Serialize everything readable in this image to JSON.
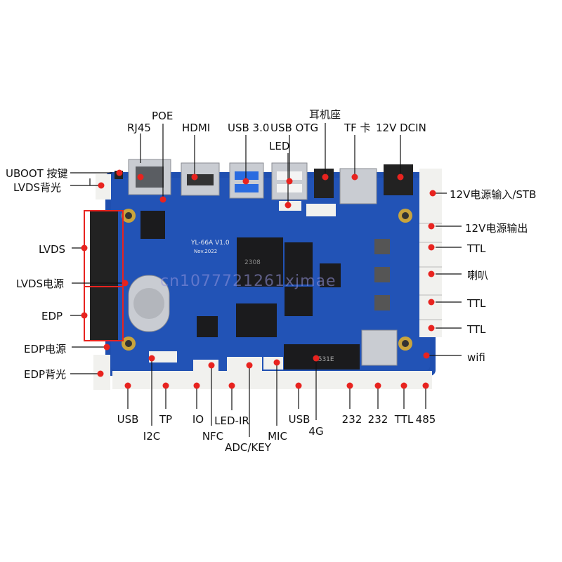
{
  "figure": {
    "board_silkscreen": {
      "model": "YL-66A V1.0",
      "date": "Nov.2022",
      "chip_mark": "2308",
      "component_mark": "2531E"
    },
    "watermark": "cn1077721261xjmae",
    "colors": {
      "pcb": "#1f4fb0",
      "pcb_dark": "#173f93",
      "callout_dot": "#e8231f",
      "callout_line": "#111111",
      "highlight_box": "#e8231f",
      "connector_white": "#f1f1ee",
      "metal": "#c9ccd2"
    },
    "labels": {
      "top": [
        "RJ45",
        "POE",
        "HDMI",
        "USB 3.0",
        "USB OTG",
        "耳机座",
        "TF 卡",
        "12V DCIN",
        "LED"
      ],
      "left": [
        "UBOOT 按键",
        "LVDS背光",
        "LVDS",
        "LVDS电源",
        "EDP",
        "EDP电源",
        "EDP背光"
      ],
      "right": [
        "12V电源输入/STB",
        "12V电源输出",
        "TTL",
        "喇叭",
        "TTL",
        "TTL",
        "wifi"
      ],
      "bottom": [
        "USB",
        "I2C",
        "TP",
        "IO",
        "NFC",
        "LED-IR",
        "ADC/KEY",
        "MIC",
        "USB",
        "4G",
        "232",
        "232",
        "TTL",
        "485"
      ]
    }
  }
}
